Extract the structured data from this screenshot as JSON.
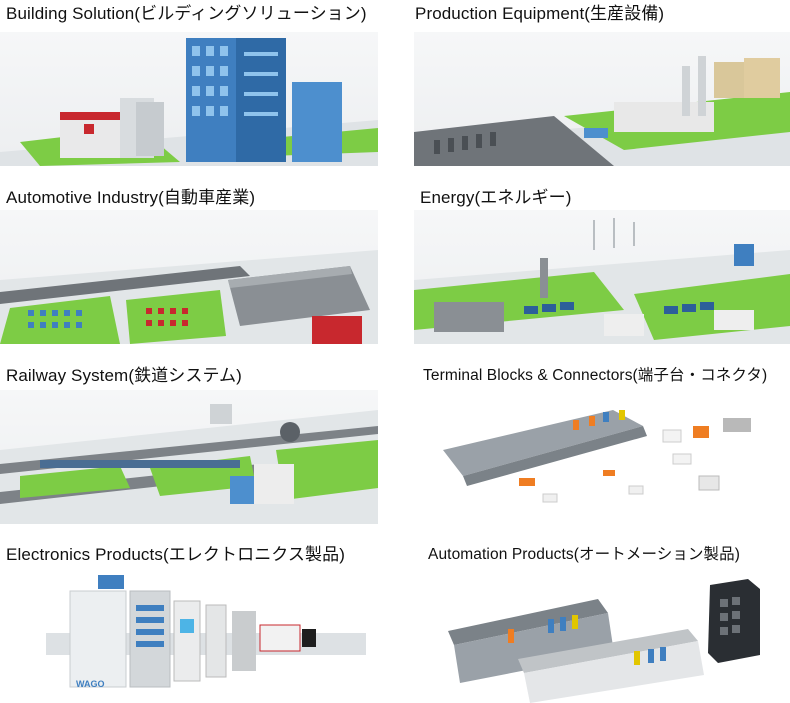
{
  "categories": [
    {
      "id": "building",
      "title": "Building Solution(ビルディングソリューション)"
    },
    {
      "id": "production",
      "title": "Production Equipment(生産設備)"
    },
    {
      "id": "automotive",
      "title": "Automotive Industry(自動車産業)"
    },
    {
      "id": "energy",
      "title": "Energy(エネルギー)"
    },
    {
      "id": "railway",
      "title": "Railway System(鉄道システム)"
    },
    {
      "id": "terminal",
      "title": "Terminal Blocks & Connectors(端子台・コネクタ)"
    },
    {
      "id": "electronics",
      "title": "Electronics Products(エレクトロニクス製品)"
    },
    {
      "id": "automation",
      "title": "Automation Products(オートメーション製品)"
    }
  ],
  "brand_logo": "WAGO",
  "colors": {
    "grass": "#7dcc45",
    "road": "#6f7479",
    "building_blue": "#3f7fc0",
    "roof_red": "#c8282e",
    "device_grey": "#9aa1a8",
    "device_orange": "#ef7d22"
  }
}
